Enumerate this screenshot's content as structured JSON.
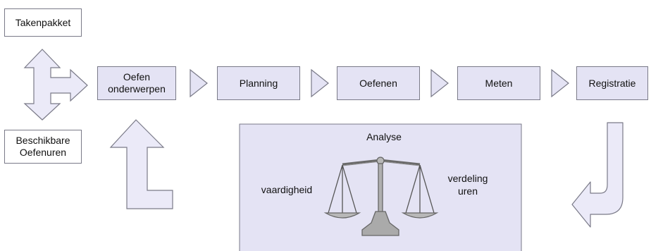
{
  "side_boxes": {
    "top": "Takenpakket",
    "bottom_line1": "Beschikbare",
    "bottom_line2": "Oefenuren"
  },
  "steps": [
    {
      "line1": "Oefen",
      "line2": "onderwerpen"
    },
    {
      "line1": "Planning"
    },
    {
      "line1": "Oefenen"
    },
    {
      "line1": "Meten"
    },
    {
      "line1": "Registratie"
    }
  ],
  "analysis": {
    "title": "Analyse",
    "left": "vaardigheid",
    "right_line1": "verdeling",
    "right_line2": "uren"
  },
  "colors": {
    "step_fill": "#e4e3f4",
    "panel_fill": "#e4e3f4",
    "arrow_fill": "#ebeaf8",
    "outline": "#7a7a88"
  },
  "icons": [
    "double-arrow-icon",
    "chevron-right-icon",
    "return-arrow-icon",
    "down-left-arrow-icon",
    "balance-scale-icon"
  ]
}
